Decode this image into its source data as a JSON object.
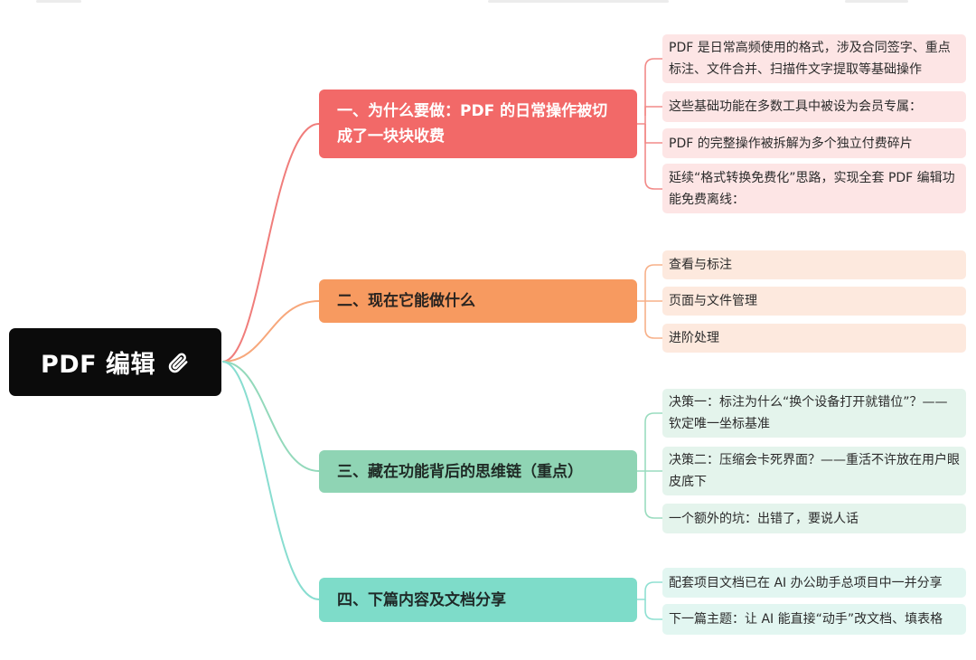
{
  "root": {
    "title": "PDF 编辑",
    "icon": "paperclip-icon"
  },
  "colors": {
    "branch1": "#f26968",
    "branch2": "#f79a60",
    "branch3": "#8fd4b4",
    "branch4": "#7edcc9"
  },
  "branches": [
    {
      "label": "一、为什么要做：PDF 的日常操作被切成了一块块收费",
      "leaves": [
        "PDF 是日常高频使用的格式，涉及合同签字、重点标注、文件合并、扫描件文字提取等基础操作",
        "这些基础功能在多数工具中被设为会员专属：",
        "PDF 的完整操作被拆解为多个独立付费碎片",
        "延续“格式转换免费化”思路，实现全套 PDF 编辑功能免费离线："
      ]
    },
    {
      "label": "二、现在它能做什么",
      "leaves": [
        "查看与标注",
        "页面与文件管理",
        "进阶处理"
      ]
    },
    {
      "label": "三、藏在功能背后的思维链（重点）",
      "leaves": [
        "决策一：标注为什么“换个设备打开就错位”？——钦定唯一坐标基准",
        "决策二：压缩会卡死界面？——重活不许放在用户眼皮底下",
        "一个额外的坑：出错了，要说人话"
      ]
    },
    {
      "label": "四、下篇内容及文档分享",
      "leaves": [
        "配套项目文档已在 AI 办公助手总项目中一并分享",
        "下一篇主题：让 AI 能直接“动手”改文档、填表格"
      ]
    }
  ]
}
